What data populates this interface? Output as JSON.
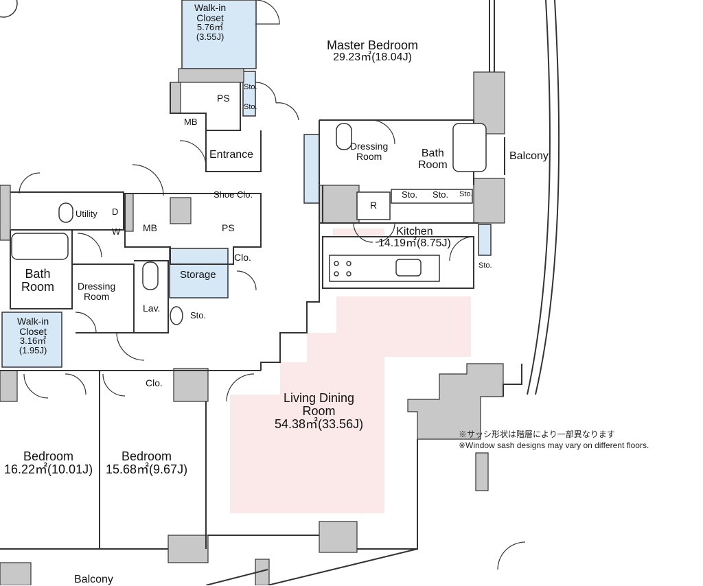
{
  "rooms": {
    "walkin_closet_1": {
      "label": "Walk-in",
      "label2": "Closet",
      "area": "5.76㎡",
      "tatami": "(3.55J)"
    },
    "master_bedroom": {
      "label": "Master Bedroom",
      "area": "29.23㎡(18.04J)"
    },
    "ps_top": "PS",
    "mb_top": "MB",
    "sto_a": "Sto.",
    "sto_b": "Sto.",
    "entrance": "Entrance",
    "shoe_closet": "Shoe Clo.",
    "dressing_room_1": {
      "label": "Dressing",
      "label2": "Room"
    },
    "bath_room_1": {
      "label": "Bath",
      "label2": "Room"
    },
    "balcony_right": "Balcony",
    "refrigerator": "R",
    "kitchen_sto_1": "Sto.",
    "kitchen_sto_2": "Sto.",
    "kitchen_sto_3": "Sto.",
    "kitchen": {
      "label": "Kitchen",
      "area": "14.19㎡(8.75J)"
    },
    "sto_right": "Sto.",
    "utility": "Utility",
    "d": "D",
    "w": "W",
    "mb_mid": "MB",
    "ps_mid": "PS",
    "closet_mid": "Clo.",
    "storage": "Storage",
    "bath_room_2": {
      "label": "Bath",
      "label2": "Room"
    },
    "dressing_room_2": {
      "label": "Dressing",
      "label2": "Room"
    },
    "lav": "Lav.",
    "sto_lav": "Sto.",
    "walkin_closet_2": {
      "label": "Walk-in",
      "label2": "Closet",
      "area": "3.16㎡",
      "tatami": "(1.95J)"
    },
    "closet_bed": "Clo.",
    "living_dining": {
      "label": "Living Dining",
      "label2": "Room",
      "area": "54.38㎡(33.56J)"
    },
    "bedroom_1": {
      "label": "Bedroom",
      "area": "16.22㎡(10.01J)"
    },
    "bedroom_2": {
      "label": "Bedroom",
      "area": "15.68㎡(9.67J)"
    },
    "balcony_bottom": "Balcony"
  },
  "notes": {
    "jp": "※サッシ形状は階層により一部異なります",
    "en": "※Window sash designs may vary on different floors."
  },
  "colors": {
    "wall": "#c8c8c8",
    "line": "#333333",
    "storage_fill": "#d6e7f5",
    "ldk_fill": "#fbe9ea"
  }
}
